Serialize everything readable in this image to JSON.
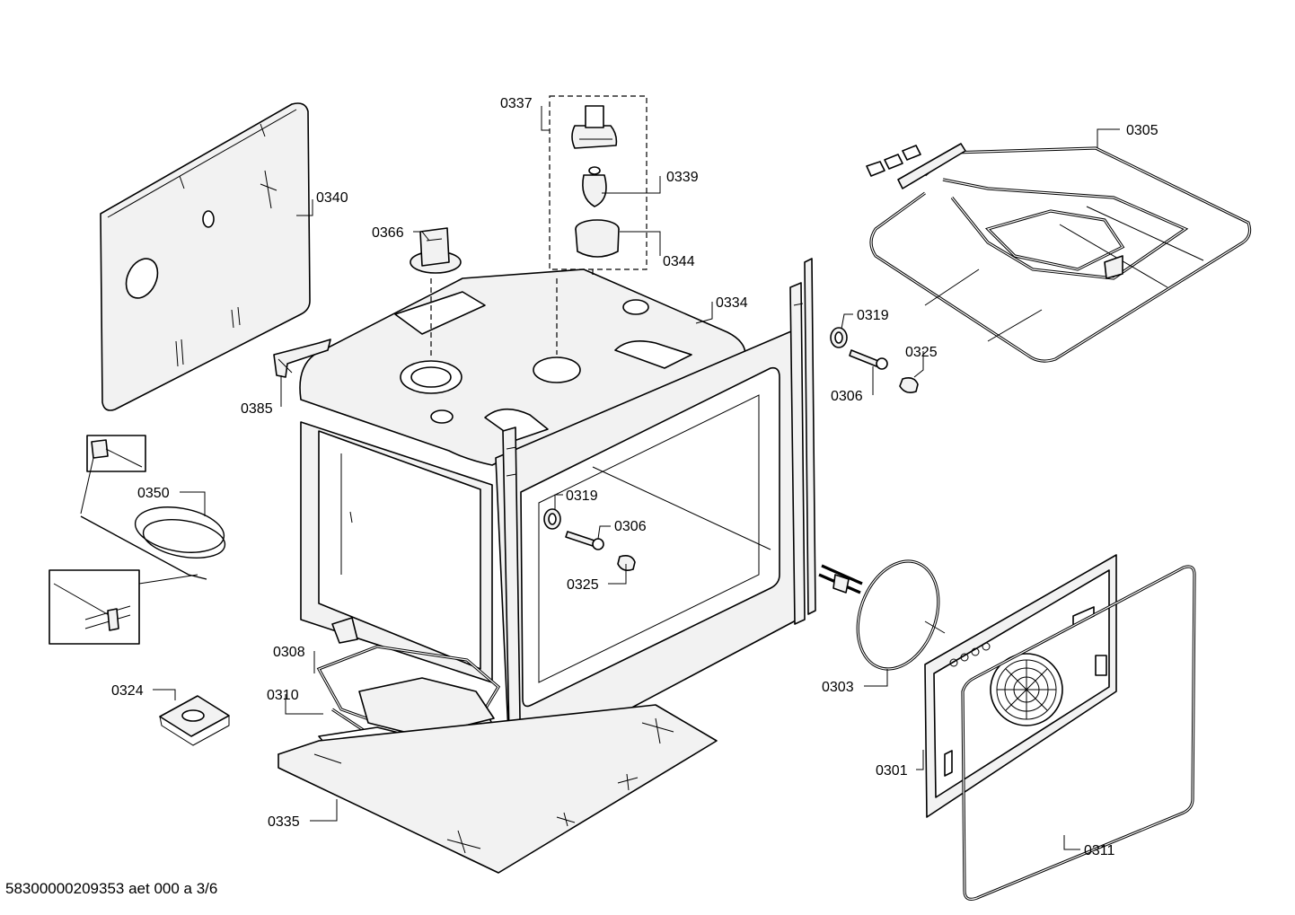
{
  "callouts": {
    "c0337": "0337",
    "c0339": "0339",
    "c0344": "0344",
    "c0366": "0366",
    "c0340": "0340",
    "c0334": "0334",
    "c0305": "0305",
    "c0319_right": "0319",
    "c0325_right": "0325",
    "c0306_right": "0306",
    "c0385": "0385",
    "c0350": "0350",
    "c0319_mid": "0319",
    "c0306_mid": "0306",
    "c0325_mid": "0325",
    "c0308": "0308",
    "c0310": "0310",
    "c0324": "0324",
    "c0335": "0335",
    "c0303": "0303",
    "c0301": "0301",
    "c0311": "0311"
  },
  "footer": {
    "drawing_id": "58300000209353 aet 000 a 3/6"
  }
}
